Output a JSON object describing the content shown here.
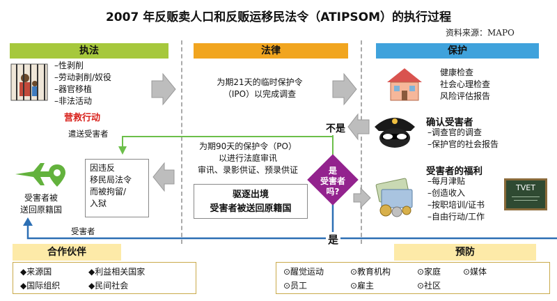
{
  "title": "2007 年反贩卖人口和反贩运移民法令（ATIPSOM）的执行过程",
  "source": "资料来源：MAPO",
  "columns": {
    "enforcement": "执法",
    "law": "法律",
    "protection": "保护"
  },
  "enforcement_list": [
    "–性剥削",
    "–劳动剥削/奴役",
    "–器官移植",
    "–非法活动"
  ],
  "rescue": "营救行动",
  "ipo": [
    "为期21天的临时保护令",
    "（IPO）以完成调查"
  ],
  "protection_list": [
    "健康检查",
    "社会心理检查",
    "风险评估报告"
  ],
  "confirm_title": "确认受害者",
  "confirm_list": [
    "–调查官的调查",
    "–保护官的社会报告"
  ],
  "no_label": "不是",
  "yes_label": "是",
  "repatriate_label": "遣送受害者",
  "victim_label": "受害者",
  "victim_home": [
    "受害者被",
    "送回原籍国"
  ],
  "violation": [
    "因违反",
    "移民局法令",
    "而被拘留/",
    "入狱"
  ],
  "po": [
    "为期90天的保护令（PO）",
    "以进行法庭审讯",
    "审讯、录影供证、预录供证"
  ],
  "deport": [
    "驱逐出境",
    "受害者被送回原籍国"
  ],
  "diamond": [
    "是",
    "受害者",
    "吗?"
  ],
  "welfare_title": "受害者的福利",
  "welfare_list": [
    "–每月津贴",
    "–创造收入",
    "–按职培训/证书",
    "–自由行动/工作"
  ],
  "tvet": "TVET",
  "partners": {
    "title": "合作伙伴",
    "items": [
      "◆来源国",
      "◆利益相关国家",
      "◆国际组织",
      "◆民间社会"
    ]
  },
  "prevention": {
    "title": "预防",
    "row1": [
      "⊙醒觉运动",
      "⊙教育机构",
      "⊙家庭",
      "⊙媒体"
    ],
    "row2": [
      "⊙员工",
      "⊙雇主",
      "⊙社区"
    ]
  },
  "colors": {
    "green": "#a6c83c",
    "orange": "#f1a51f",
    "blue": "#3fa2dc",
    "purple": "#93238e",
    "red": "#d8211b"
  }
}
